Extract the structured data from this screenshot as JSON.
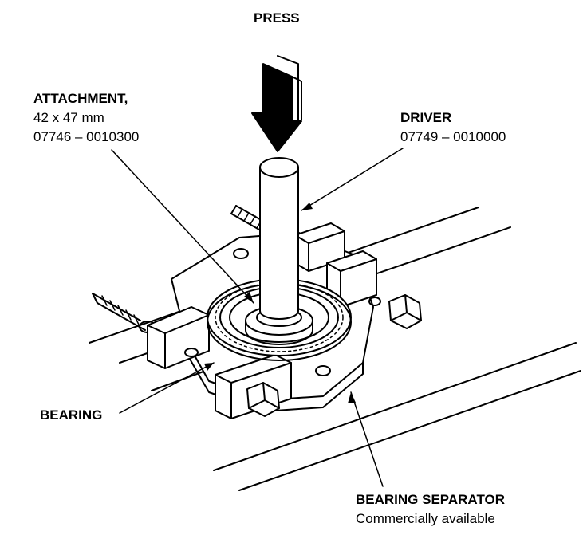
{
  "labels": {
    "press": "PRESS",
    "attachment": {
      "name": "ATTACHMENT,",
      "size": "42 x 47 mm",
      "part_number": "07746 – 0010300"
    },
    "driver": {
      "name": "DRIVER",
      "part_number": "07749 – 0010000"
    },
    "bearing": "BEARING",
    "bearing_separator": {
      "name": "BEARING SEPARATOR",
      "note": "Commercially available"
    }
  },
  "colors": {
    "ink": "#000000",
    "paper": "#ffffff"
  }
}
